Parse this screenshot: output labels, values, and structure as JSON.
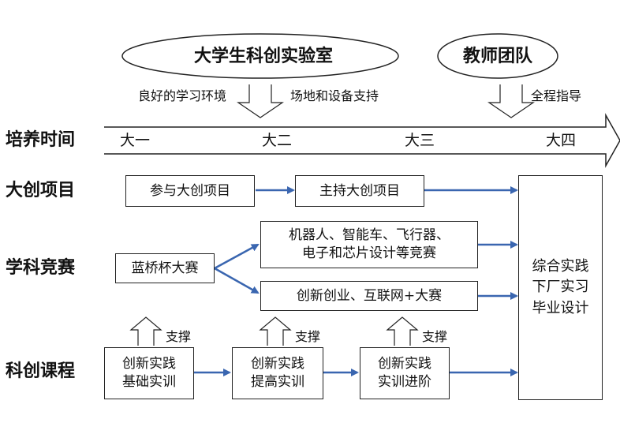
{
  "top": {
    "lab": "大学生科创实验室",
    "team": "教师团队",
    "lab_left": "良好的学习环境",
    "lab_right": "场地和设备支持",
    "team_right": "全程指导"
  },
  "rows": {
    "timeline": "培养时间",
    "project": "大创项目",
    "competition": "学科竞赛",
    "course": "科创课程"
  },
  "years": [
    "大一",
    "大二",
    "大三",
    "大四"
  ],
  "project": {
    "join": "参与大创项目",
    "host": "主持大创项目"
  },
  "competition": {
    "lanqiao": "蓝桥杯大赛",
    "robot_line1": "机器人、智能车、飞行器、",
    "robot_line2": "电子和芯片设计等竞赛",
    "innovation": "创新创业、互联网+大赛"
  },
  "course": {
    "c1_line1": "创新实践",
    "c1_line2": "基础实训",
    "c2_line1": "创新实践",
    "c2_line2": "提高实训",
    "c3_line1": "创新实践",
    "c3_line2": "实训进阶"
  },
  "support": "支撑",
  "final": {
    "line1": "综合实践",
    "line2": "下厂实习",
    "line3": "毕业设计"
  }
}
